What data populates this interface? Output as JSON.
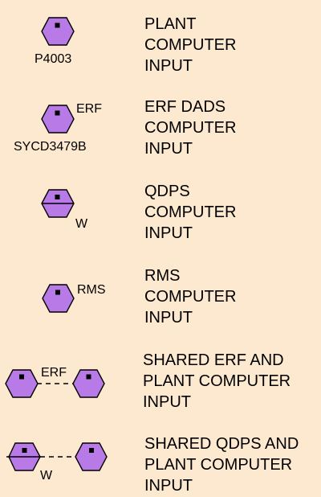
{
  "colors": {
    "background": "#fde9cf",
    "hexagon_fill": "#b87ae6",
    "outline": "#000000"
  },
  "entries": [
    {
      "symbol": "hexagon-icon",
      "labels": [
        "P4003"
      ],
      "description": [
        "PLANT",
        "COMPUTER",
        "INPUT"
      ]
    },
    {
      "symbol": "hexagon-icon",
      "labels": [
        "ERF",
        "SYCD3479B"
      ],
      "description": [
        "ERF DADS",
        "COMPUTER",
        "INPUT"
      ]
    },
    {
      "symbol": "split-hexagon-icon",
      "labels": [
        "W"
      ],
      "description": [
        "QDPS",
        "COMPUTER",
        "INPUT"
      ]
    },
    {
      "symbol": "hexagon-icon",
      "labels": [
        "RMS"
      ],
      "description": [
        "RMS",
        "COMPUTER",
        "INPUT"
      ]
    },
    {
      "symbol": "linked-hexagons-icon",
      "labels": [
        "ERF"
      ],
      "description": [
        "SHARED ERF AND",
        "PLANT COMPUTER",
        "INPUT"
      ]
    },
    {
      "symbol": "linked-split-hexagons-icon",
      "labels": [
        "W"
      ],
      "description": [
        "SHARED QDPS AND",
        "PLANT COMPUTER",
        "INPUT"
      ]
    }
  ]
}
